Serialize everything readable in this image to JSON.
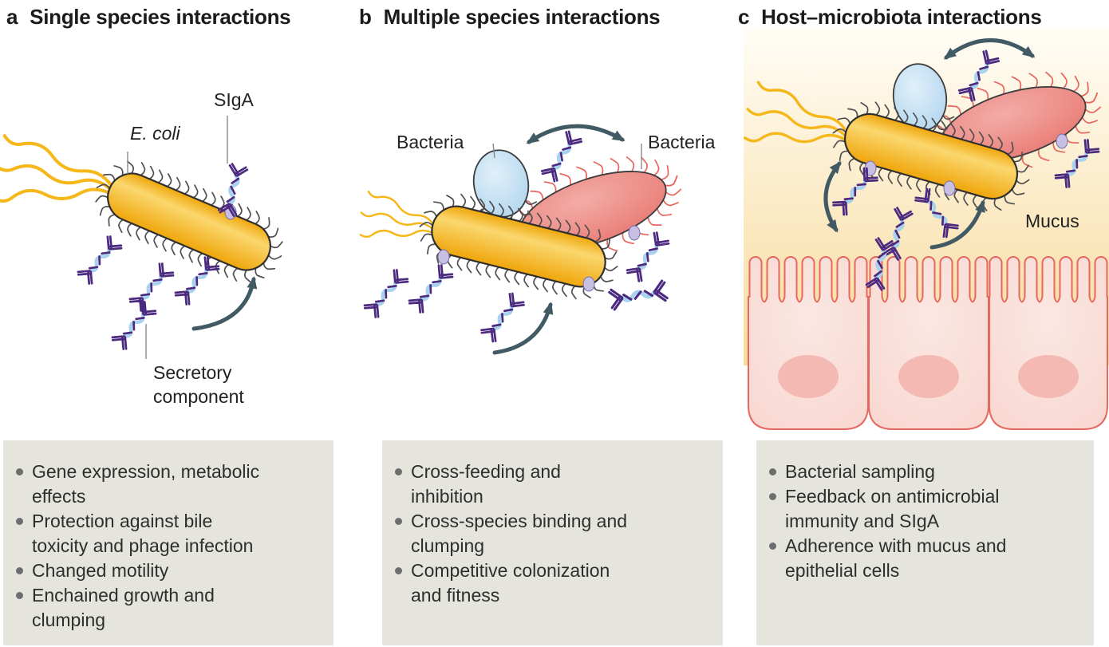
{
  "figure": {
    "panels": [
      {
        "letter": "a",
        "title": "Single species interactions",
        "labels": {
          "ecoli": "E. coli",
          "siga": "SIgA",
          "secretory": "Secretory\ncomponent"
        },
        "bullets": [
          "Gene expression, metabolic\neffects",
          "Protection against bile\ntoxicity and phage infection",
          "Changed motility",
          "Enchained growth and\nclumping"
        ]
      },
      {
        "letter": "b",
        "title": "Multiple species interactions",
        "labels": {
          "bacteria_left": "Bacteria",
          "bacteria_right": "Bacteria"
        },
        "bullets": [
          "Cross-feeding and\ninhibition",
          "Cross-species binding and\nclumping",
          "Competitive colonization\nand fitness"
        ]
      },
      {
        "letter": "c",
        "title": "Host–microbiota interactions",
        "labels": {
          "mucus": "Mucus"
        },
        "bullets": [
          "Bacterial sampling",
          "Feedback on antimicrobial\nimmunity and SIgA",
          "Adherence with mucus and\nepithelial cells"
        ]
      }
    ],
    "colors": {
      "title_ink": "#1B1B1B",
      "text_ink": "#2E2E2E",
      "label_ink": "#222222",
      "box_bg": "#E5E5DE",
      "bullet_dot": "#6E6E6E",
      "rod_light": "#FBD76E",
      "rod_dark": "#EFA60B",
      "rod_outline": "#2F2F2F",
      "flagella": "#F6B71B",
      "pili": "#4F4F4F",
      "blue_body": "#AFD4EE",
      "blue_light": "#E0F0FA",
      "red_body": "#E8756F",
      "red_light": "#F3ACA7",
      "fimbriae": "#E8655E",
      "antibody_purple": "#4B2A80",
      "secretory_strand": "#A9D2EF",
      "receptor_blob": "#C7C0E2",
      "arrow": "#425A64",
      "leader_line": "#8A8A8A",
      "mucus_top": "#FFFDF6",
      "mucus_bottom": "#F8DA9B",
      "cell_fill": "#F8D5CE",
      "cell_light": "#FBE7E2",
      "cell_outline": "#E4685F",
      "nucleus": "#F4B9B2"
    }
  }
}
